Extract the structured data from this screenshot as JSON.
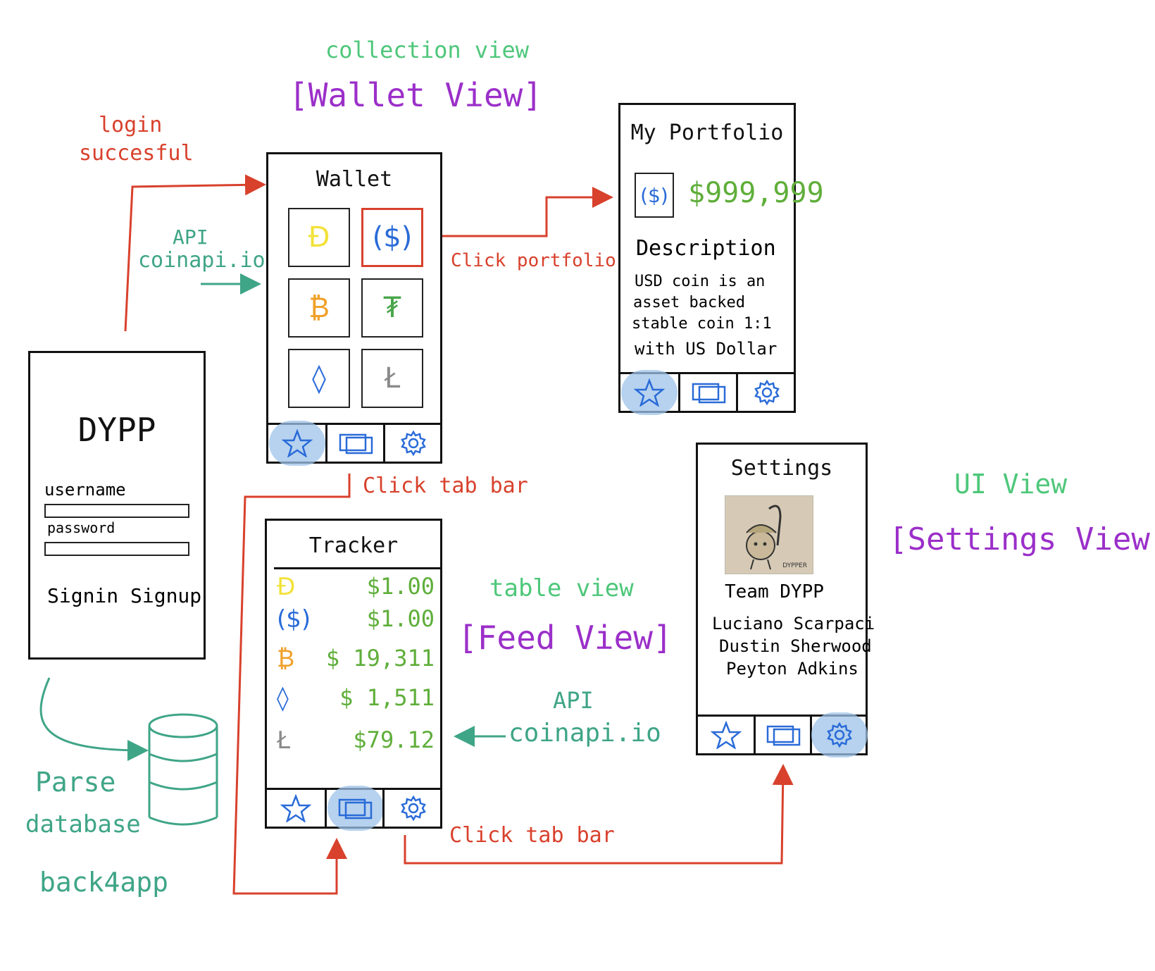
{
  "labels": {
    "collection_view": "collection view",
    "wallet_view_bracket": "[Wallet View]",
    "login_successful_1": "login",
    "login_successful_2": "succesful",
    "api_1_line1": "API",
    "api_1_line2": "coinapi.io",
    "click_portfolio": "Click portfolio",
    "click_tab_bar_1": "Click tab bar",
    "click_tab_bar_2": "Click tab bar",
    "table_view": "table view",
    "feed_view_bracket": "[Feed View]",
    "api_2_line1": "API",
    "api_2_line2": "coinapi.io",
    "ui_view": "UI View",
    "settings_view_bracket": "[Settings View]",
    "parse": "Parse",
    "database": "database",
    "back4app": "back4app"
  },
  "login": {
    "app_name": "DYPP",
    "username_label": "username",
    "password_label": "password",
    "actions": "Signin Signup"
  },
  "wallet": {
    "title": "Wallet",
    "tiles": [
      {
        "icon": "dogecoin-icon",
        "glyph": "Ð",
        "color": "#f2e23a"
      },
      {
        "icon": "usd-coin-icon",
        "glyph": "($)",
        "color": "#2a6bd8",
        "selected": true
      },
      {
        "icon": "bitcoin-icon",
        "glyph": "₿",
        "color": "#f0a02a"
      },
      {
        "icon": "tether-icon",
        "glyph": "₮",
        "color": "#49a64a"
      },
      {
        "icon": "ethereum-icon",
        "glyph": "◊",
        "color": "#2a6bd8"
      },
      {
        "icon": "litecoin-icon",
        "glyph": "Ł",
        "color": "#8a8a8a"
      }
    ]
  },
  "portfolio": {
    "title": "My Portfolio",
    "coin_glyph": "($)",
    "value": "$999,999",
    "desc_heading": "Description",
    "desc_lines": [
      "USD coin is an",
      "asset backed",
      "stable coin 1:1",
      "with US Dollar"
    ]
  },
  "tracker": {
    "title": "Tracker",
    "rows": [
      {
        "icon": "dogecoin-icon",
        "glyph": "Ð",
        "color": "#f2e23a",
        "price": "$1.00"
      },
      {
        "icon": "usd-coin-icon",
        "glyph": "($)",
        "color": "#2a6bd8",
        "price": "$1.00"
      },
      {
        "icon": "bitcoin-icon",
        "glyph": "₿",
        "color": "#f0a02a",
        "price": "$ 19,311"
      },
      {
        "icon": "ethereum-icon",
        "glyph": "◊",
        "color": "#2a6bd8",
        "price": "$ 1,511"
      },
      {
        "icon": "litecoin-icon",
        "glyph": "Ł",
        "color": "#8a8a8a",
        "price": "$79.12"
      }
    ]
  },
  "settings": {
    "title": "Settings",
    "photo_caption": "DYPPER",
    "team": "Team DYPP",
    "members": [
      "Luciano Scarpaci",
      "Dustin Sherwood",
      "Peyton Adkins"
    ]
  },
  "colors": {
    "arrow_red": "#d8412c",
    "teal": "#3fa587",
    "green": "#4ec77a",
    "purple": "#9b2fc9",
    "tab_highlight": "#9dc3ea",
    "tab_icon": "#2a6bd8",
    "price_green": "#5fae3a"
  }
}
